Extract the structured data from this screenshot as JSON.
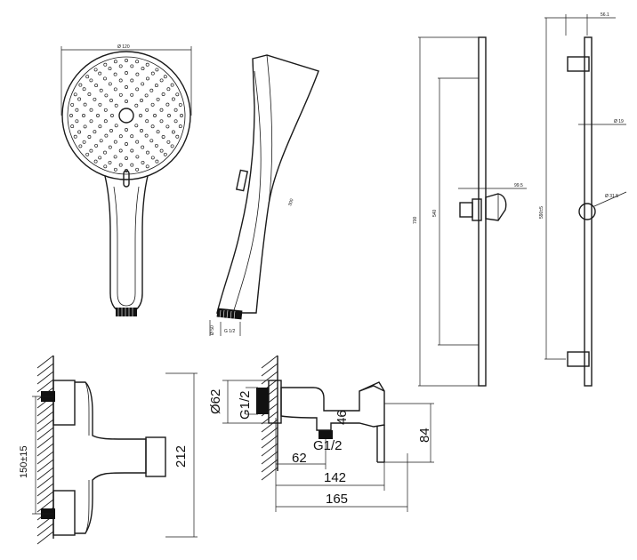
{
  "handshower_front": {
    "diameter_label": "Ø 120"
  },
  "handshower_side": {
    "length_label": "300",
    "base_label_1": "Ø 50",
    "base_label_2": "G 1/2"
  },
  "slide_rail_side": {
    "height_label": "700",
    "inner_label": "540",
    "holder_label": "99.5"
  },
  "slide_rail_front": {
    "top_offset_label": "56.1",
    "rod_diameter_label": "Ø 19",
    "knob_diameter_label": "Ø 31.5",
    "mount_spacing_label": "590±5"
  },
  "mixer_front": {
    "spacing_label": "150±15",
    "height_label": "212"
  },
  "mixer_side": {
    "outer_diameter_label": "Ø62",
    "inlet_thread_label": "G1/2",
    "outlet_thread_label": "G1/2",
    "outlet_drop_label": "46",
    "lever_height_label": "84",
    "outlet_distance_label": "62",
    "body_depth_label": "142",
    "total_depth_label": "165"
  }
}
